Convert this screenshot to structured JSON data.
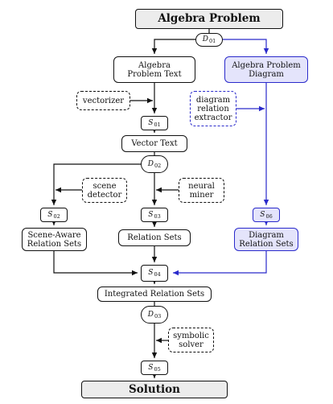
{
  "diagram": {
    "title": "Algebra Problem",
    "footer": "Solution",
    "nodes": {
      "problem_text": "Algebra\nProblem Text",
      "problem_diagram": "Algebra Problem\nDiagram",
      "vectorizer": "vectorizer",
      "diagram_relation_extractor": "diagram\nrelation\nextractor",
      "vector_text": "Vector Text",
      "scene_detector": "scene\ndetector",
      "neural_miner": "neural\nminer",
      "scene_aware_relation_sets": "Scene-Aware\nRelation Sets",
      "relation_sets": "Relation Sets",
      "diagram_relation_sets": "Diagram\nRelation Sets",
      "integrated_relation_sets": "Integrated Relation Sets",
      "symbolic_solver": "symbolic\nsolver"
    },
    "decisions": {
      "d01": {
        "letter": "D",
        "index": "01"
      },
      "d02": {
        "letter": "D",
        "index": "02"
      },
      "d03": {
        "letter": "D",
        "index": "03"
      }
    },
    "sets": {
      "s01": {
        "letter": "S",
        "index": "01"
      },
      "s02": {
        "letter": "S",
        "index": "02"
      },
      "s03": {
        "letter": "S",
        "index": "03"
      },
      "s04": {
        "letter": "S",
        "index": "04"
      },
      "s05": {
        "letter": "S",
        "index": "05"
      },
      "s06": {
        "letter": "S",
        "index": "06"
      }
    },
    "colors": {
      "stroke": "#111111",
      "accent": "#2a2acb",
      "accent_fill": "#e4e4fb",
      "title_fill": "#ececec"
    }
  }
}
